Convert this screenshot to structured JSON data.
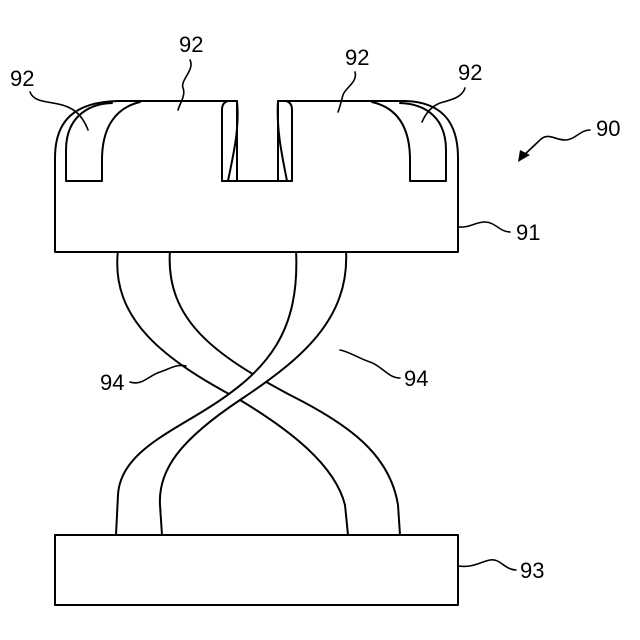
{
  "labels": {
    "assembly": "90",
    "upper_member": "91",
    "slot_a": "92",
    "slot_b": "92",
    "slot_c": "92",
    "slot_d": "92",
    "lower_member": "93",
    "crossing_left": "94",
    "crossing_right": "94"
  },
  "colors": {
    "line": "#000000",
    "background": "#ffffff"
  }
}
